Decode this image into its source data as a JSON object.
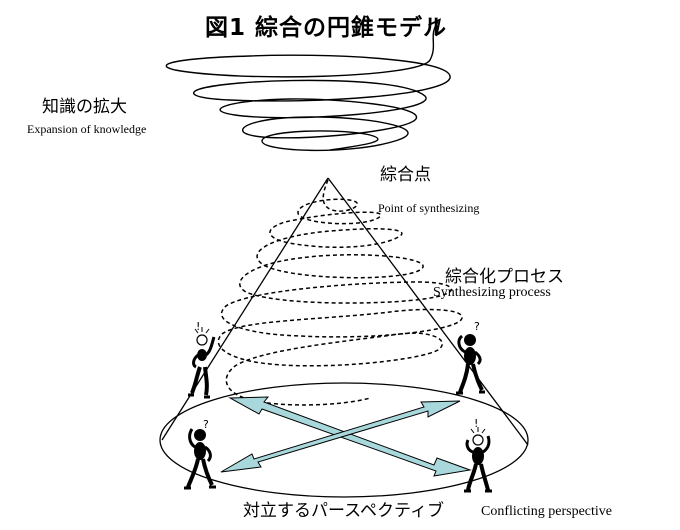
{
  "title": "図1  綜合の円錐モデル",
  "labels": {
    "knowledge_jp": "知識の拡大",
    "knowledge_en": "Expansion of knowledge",
    "synth_point_jp": "綜合点",
    "synth_point_en": "Point of synthesizing",
    "process_jp": "綜合化プロセス",
    "process_en": "Synthesizing process",
    "perspective_jp": "対立するパースペクティブ",
    "perspective_en": "Conflicting perspective"
  },
  "figures": {
    "mark_idea": "!",
    "mark_question": "?"
  },
  "colors": {
    "arrow_fill": "#a9d8dc",
    "line": "#000000"
  }
}
